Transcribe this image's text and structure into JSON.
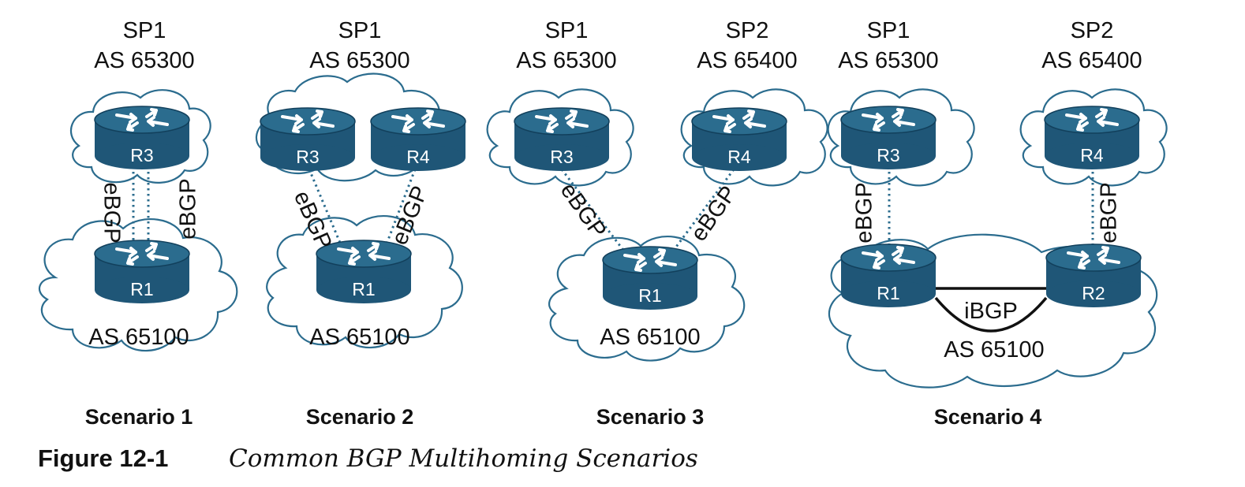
{
  "scenario1": {
    "sp_name": "SP1",
    "sp_as": "AS 65300",
    "router_top": "R3",
    "router_bottom": "R1",
    "link_left": "eBGP",
    "link_right": "eBGP",
    "local_as": "AS 65100",
    "title": "Scenario 1"
  },
  "scenario2": {
    "sp_name": "SP1",
    "sp_as": "AS 65300",
    "router_a": "R3",
    "router_b": "R4",
    "router_bottom": "R1",
    "link_left": "eBGP",
    "link_right": "eBGP",
    "local_as": "AS 65100",
    "title": "Scenario 2"
  },
  "scenario3": {
    "sp1_name": "SP1",
    "sp1_as": "AS 65300",
    "sp2_name": "SP2",
    "sp2_as": "AS 65400",
    "router_a": "R3",
    "router_b": "R4",
    "router_bottom": "R1",
    "link_left": "eBGP",
    "link_right": "eBGP",
    "local_as": "AS 65100",
    "title": "Scenario 3"
  },
  "scenario4": {
    "sp1_name": "SP1",
    "sp1_as": "AS 65300",
    "sp2_name": "SP2",
    "sp2_as": "AS 65400",
    "router_a": "R3",
    "router_b": "R4",
    "router_left": "R1",
    "router_right": "R2",
    "link_left": "eBGP",
    "link_right": "eBGP",
    "link_internal": "iBGP",
    "local_as": "AS 65100",
    "title": "Scenario 4"
  },
  "caption": {
    "number": "Figure 12-1",
    "title": "Common BGP Multihoming Scenarios"
  },
  "colors": {
    "router_body": "#1f5677",
    "router_top": "#2b6c8e",
    "router_edge": "#12405c",
    "cloud_outline": "#2b6c8e",
    "ebgp_link": "#2b6c8e",
    "ibgp_link": "#111111"
  }
}
